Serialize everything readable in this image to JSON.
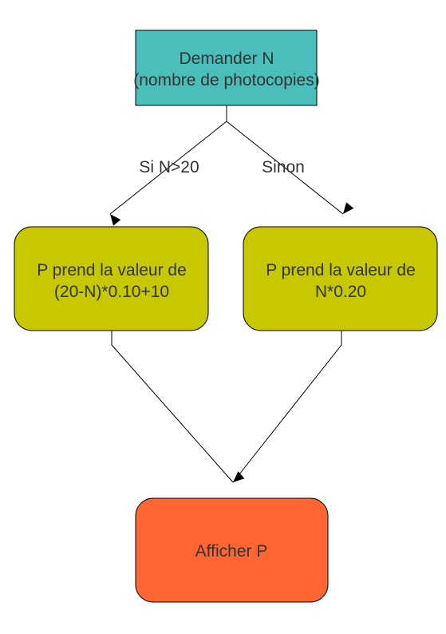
{
  "nodes": {
    "start": {
      "line1": "Demander N",
      "line2": "(nombre de photocopies)",
      "color": "#4ABEBB"
    },
    "left": {
      "line1": "P prend la valeur de",
      "line2": "(20-N)*0.10+10",
      "color": "#C8C800"
    },
    "right": {
      "line1": "P prend la valeur de",
      "line2": "N*0.20",
      "color": "#C8C800"
    },
    "end": {
      "line1": "Afficher P",
      "color": "#FF6633"
    }
  },
  "edges": {
    "condition_true": "Si N>20",
    "condition_false": "Sinon"
  }
}
